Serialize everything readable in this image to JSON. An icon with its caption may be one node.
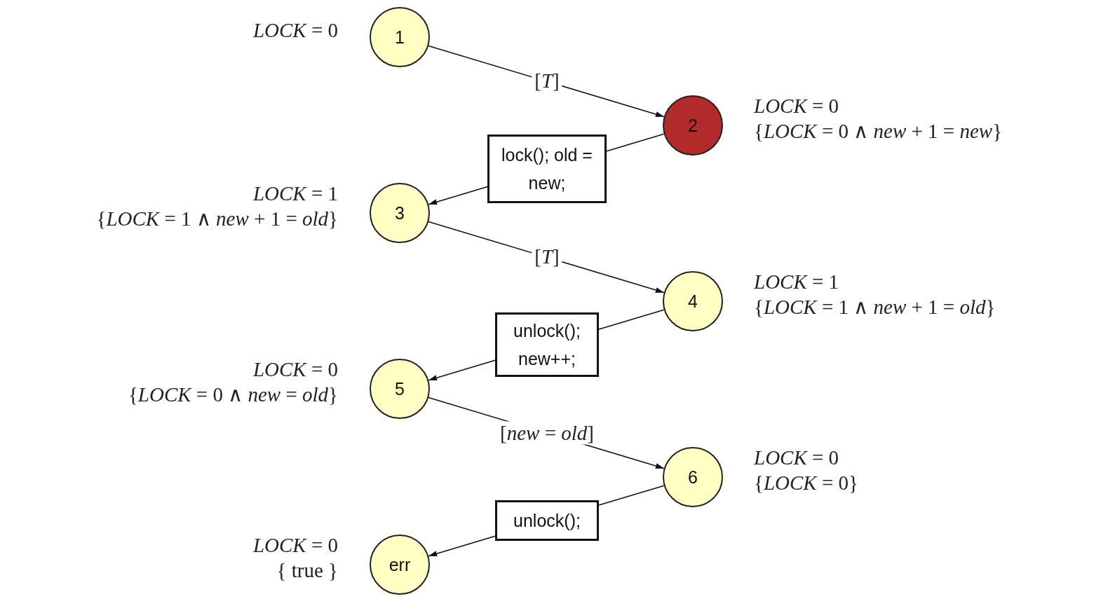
{
  "diagram": {
    "nodes": [
      {
        "text": [
          "1"
        ],
        "beside": [
          "*LOCK* = 0"
        ]
      },
      {
        "text": [
          "2"
        ],
        "beside": [
          "*LOCK* = 0",
          "{*LOCK* = 0 ∧ *new* + 1 = *new*}"
        ]
      },
      {
        "text": [
          "lock(); old = new;"
        ]
      },
      {
        "text": [
          "3"
        ],
        "beside": [
          "*LOCK* = 1",
          "{*LOCK* = 1 ∧ *new* + 1 = *old*}"
        ]
      },
      {
        "text": [
          "4"
        ],
        "beside": [
          "*LOCK* = 1",
          "{*LOCK* = 1 ∧ *new* + 1 = *old*}"
        ]
      },
      {
        "text": [
          "unlock(); new++;"
        ]
      },
      {
        "text": [
          "5"
        ],
        "beside": [
          "*LOCK* = 0",
          "{*LOCK* = 0 ∧ *new* = *old*}"
        ]
      },
      {
        "text": [
          "6"
        ],
        "beside": [
          "*LOCK* = 0",
          "{*LOCK* = 0}"
        ]
      },
      {
        "text": [
          "unlock();"
        ]
      },
      {
        "text": [
          "err"
        ],
        "beside": [
          "*LOCK* = 0",
          "{ true }"
        ]
      }
    ],
    "edges": [
      {
        "from": 0,
        "to": 1,
        "arrow": "to",
        "label": "[*T*]"
      },
      {
        "from": 1,
        "to": 2,
        "arrow": "none"
      },
      {
        "from": 2,
        "to": 3,
        "arrow": "to"
      },
      {
        "from": 3,
        "to": 4,
        "arrow": "to",
        "label": "[*T*]"
      },
      {
        "from": 4,
        "to": 5,
        "arrow": "none"
      },
      {
        "from": 5,
        "to": 6,
        "arrow": "to"
      },
      {
        "from": 6,
        "to": 7,
        "arrow": "to",
        "label": "[*new* = *old*]"
      },
      {
        "from": 7,
        "to": 8,
        "arrow": "none"
      },
      {
        "from": 8,
        "to": 9,
        "arrow": "to"
      }
    ]
  }
}
